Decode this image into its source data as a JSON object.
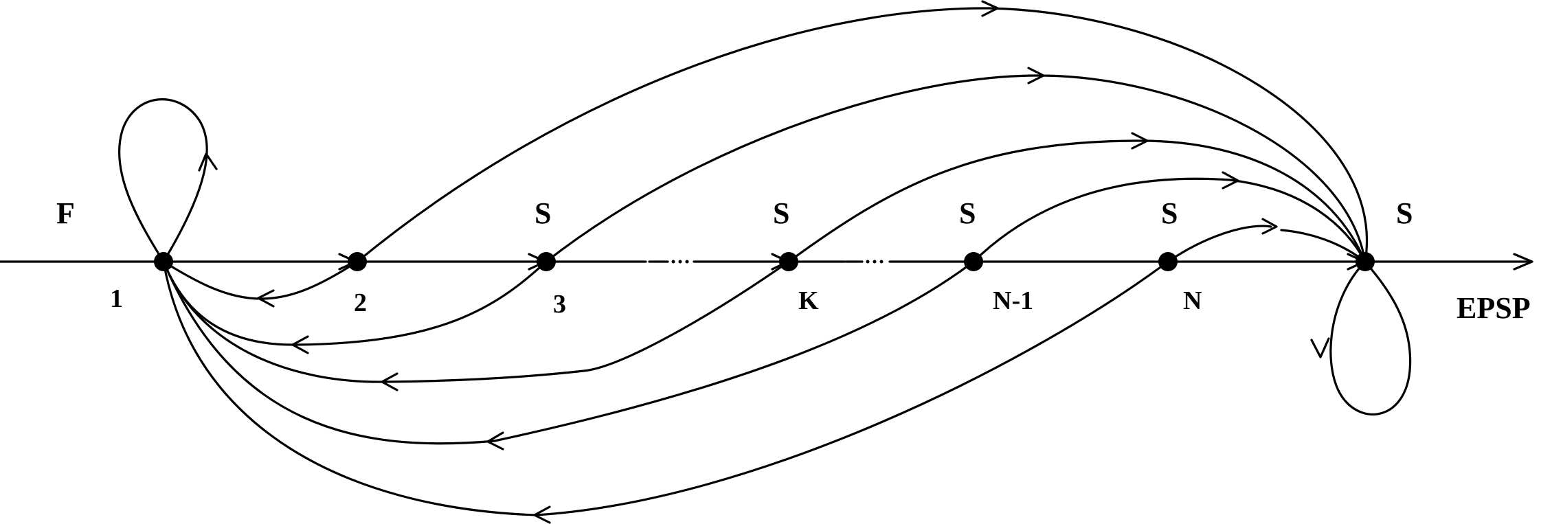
{
  "diagram": {
    "input_label": "F",
    "output_label": "EPSP",
    "nodes": [
      {
        "id": "n1",
        "label": "1",
        "state": ""
      },
      {
        "id": "n2",
        "label": "2",
        "state": ""
      },
      {
        "id": "n3",
        "label": "3",
        "state": "S"
      },
      {
        "id": "nK",
        "label": "K",
        "state": "S"
      },
      {
        "id": "nN1",
        "label": "N-1",
        "state": "S"
      },
      {
        "id": "nN",
        "label": "N",
        "state": "S"
      },
      {
        "id": "nOut",
        "label": "",
        "state": "S"
      }
    ],
    "gap_marker": "...",
    "colors": {
      "stroke": "#000000",
      "background": "#ffffff"
    }
  }
}
